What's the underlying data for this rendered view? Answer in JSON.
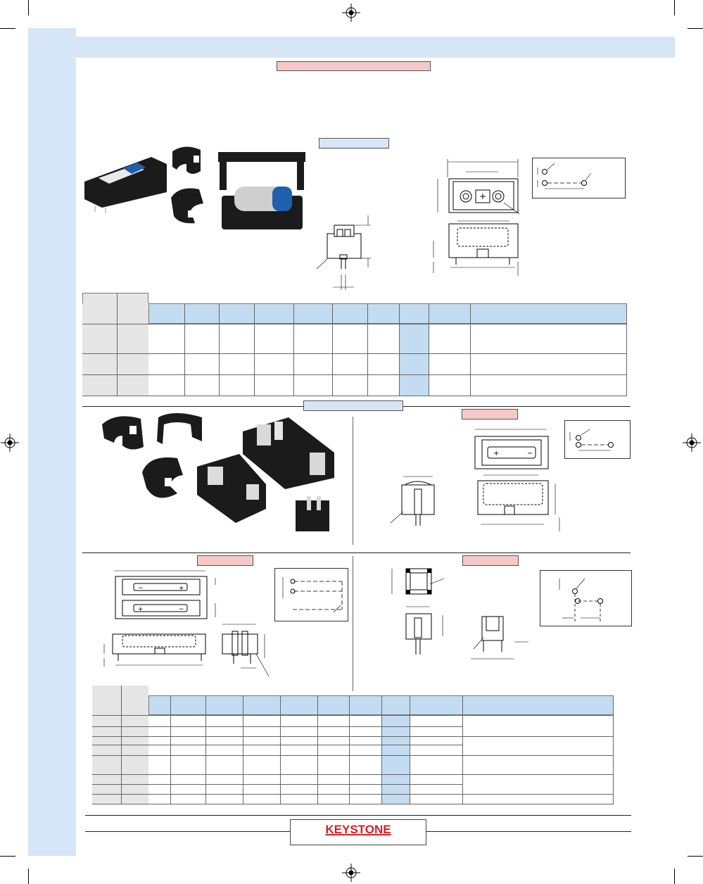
{
  "brand": {
    "name": "KEYSTONE",
    "color": "#d71f26"
  },
  "colors": {
    "sidebar": "#d6e6f6",
    "header_blue": "#c4dcf2",
    "tag_pink": "#f6c9c6",
    "table_gray": "#e6e6e6"
  },
  "icons": [
    "registration-mark-icon",
    "crop-mark-icon",
    "battery-holder-photo",
    "dimension-drawing",
    "schematic-symbol"
  ]
}
